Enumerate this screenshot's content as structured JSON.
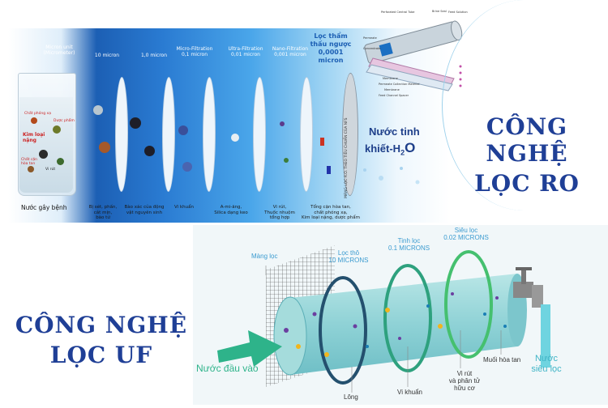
{
  "ro": {
    "micron_unit": "Micron unit\n(Micrometer)",
    "stages": [
      "10 micron",
      "1,0 micron",
      "Micro-Filtration\n0,1 micron",
      "Ultra-Filtration\n0,01 micron",
      "Nano-Filtration\n0,001 micron"
    ],
    "ro_stage": "Lọc thẩm\nthấu ngược\n0,0001\nmicron",
    "captions": [
      "Bị sét, phấn,\ncát mịn,\nbào tử",
      "Bào xác của động\nvật nguyên sinh",
      "Vi khuẩn",
      "A-mi-ăng,\nSilica dạng keo",
      "Vi rút,\nThuốc nhuộm\ntổng hợp",
      "Tổng cặn hòa tan,\nchất phóng xạ,\nKim loại nặng, dược phẩm"
    ],
    "glass_caption": "Nước gây bệnh",
    "glass_labels": [
      "Chất phóng xạ",
      "Kim loại nặng",
      "Dược phẩm",
      "Chất cặn hòa tan",
      "Vi rút"
    ],
    "membrane_text": "MÀNG LỌC R.O. THEO TIÊU CHUẨN CỦA NFS",
    "pure_water": "Nước tinh",
    "pure_water2": "khiết-H",
    "h2o_sub": "2",
    "h2o_end": "O",
    "cartridge_labels": [
      "Perforated Central Tube",
      "Brine Seal",
      "Feed Solution",
      "Permeate",
      "Concentrate",
      "Membrane",
      "Permeate Collection Material",
      "Membrane",
      "Feed Channel Spacer"
    ],
    "title_line1": "CÔNG NGHỆ",
    "title_line2": "LỌC RO"
  },
  "uf": {
    "mang_loc": "Màng lọc",
    "loc_tho": "Lọc thô\n10 MICRONS",
    "tinh_loc": "Tinh lọc\n0.1 MICRONS",
    "sieu_loc": "Siêu lọc\n0.02 MICRONS",
    "nuoc_dau_vao": "Nước đầu vào",
    "long": "Lông",
    "vi_khuan": "Vi khuẩn",
    "vi_rut": "Vi rút\nvà phân tử\nhữu cơ",
    "muoi": "Muối hòa tan",
    "nuoc_sieu_loc": "Nước\nsiêu lọc",
    "title_line1": "CÔNG NGHỆ",
    "title_line2": "LỌC UF"
  }
}
